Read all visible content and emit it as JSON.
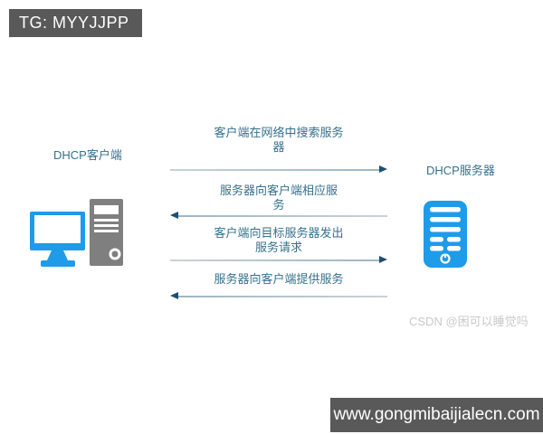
{
  "badge": {
    "text": "TG: MYYJJPP"
  },
  "diagram": {
    "client": {
      "label": "DHCP客户端",
      "icon": "desktop-computer-icon"
    },
    "server": {
      "label": "DHCP服务器",
      "icon": "server-icon"
    },
    "messages": [
      {
        "line1": "客户端在网络中搜索服务",
        "line2": "器",
        "direction": "right",
        "from": "client",
        "to": "server"
      },
      {
        "line1": "服务器向客户端相应服",
        "line2": "务",
        "direction": "left",
        "from": "server",
        "to": "client"
      },
      {
        "line1": "客户端向目标服务器发出",
        "line2": "服务请求",
        "direction": "right",
        "from": "client",
        "to": "server"
      },
      {
        "line1": "服务器向客户端提供服务",
        "line2": "",
        "direction": "left",
        "from": "server",
        "to": "client"
      }
    ]
  },
  "watermark": {
    "text": "CSDN @困可以睡觉吗"
  },
  "footer": {
    "text": "www.gongmibaijialecn.com"
  },
  "colors": {
    "accent_blue": "#1e9be9",
    "tower_gray": "#7f7f7f",
    "label_teal": "#35718c",
    "bar_gray": "#595959",
    "arrow_line": "#a9bcc7",
    "arrow_head": "#1d4f72",
    "watermark_gray": "#c9c9c9"
  }
}
